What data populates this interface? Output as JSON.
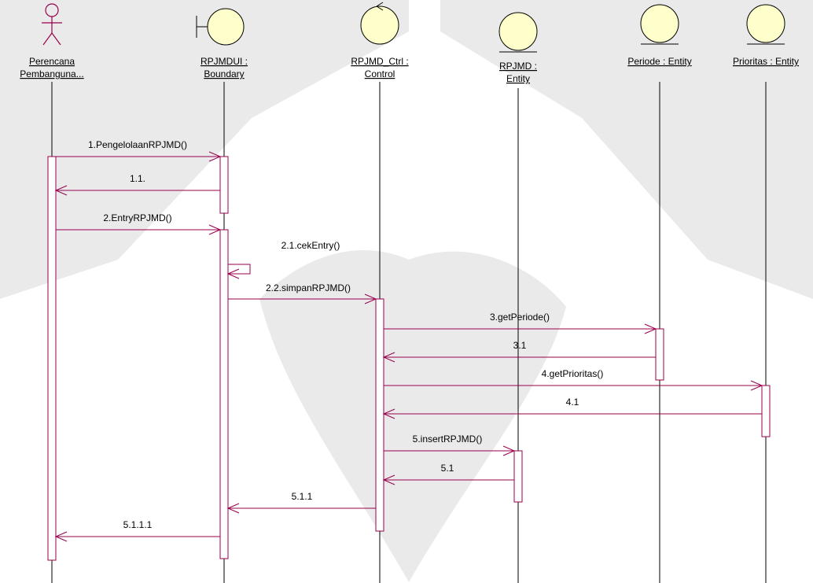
{
  "colors": {
    "message": "#99004d",
    "activation": "#99004d",
    "actor": "#99004d",
    "object_fill": "#ffffcc",
    "object_stroke": "#000000",
    "lifeline": "#000000",
    "watermark": "#d9d9d9"
  },
  "participants": [
    {
      "id": "p1",
      "kind": "actor",
      "label_lines": [
        "Perencana",
        "Pembanguna..."
      ],
      "icon": "actor-stick-figure-icon"
    },
    {
      "id": "p2",
      "kind": "boundary",
      "label_lines": [
        "RPJMDUI :",
        "Boundary"
      ],
      "icon": "boundary-icon"
    },
    {
      "id": "p3",
      "kind": "control",
      "label_lines": [
        "RPJMD_Ctrl :",
        "Control"
      ],
      "icon": "control-icon"
    },
    {
      "id": "p4",
      "kind": "entity",
      "label_lines": [
        "RPJMD :",
        "Entity"
      ],
      "icon": "entity-icon"
    },
    {
      "id": "p5",
      "kind": "entity",
      "label_lines": [
        "Periode : Entity"
      ],
      "icon": "entity-icon"
    },
    {
      "id": "p6",
      "kind": "entity",
      "label_lines": [
        "Prioritas : Entity"
      ],
      "icon": "entity-icon"
    }
  ],
  "messages": [
    {
      "id": "m1",
      "label": "1.PengelolaanRPJMD()",
      "from": "p1",
      "to": "p2",
      "kind": "call"
    },
    {
      "id": "m2",
      "label": "1.1.",
      "from": "p2",
      "to": "p1",
      "kind": "return"
    },
    {
      "id": "m3",
      "label": "2.EntryRPJMD()",
      "from": "p1",
      "to": "p2",
      "kind": "call"
    },
    {
      "id": "m4",
      "label": "2.1.cekEntry()",
      "from": "p2",
      "to": "p2",
      "kind": "self"
    },
    {
      "id": "m5",
      "label": "2.2.simpanRPJMD()",
      "from": "p2",
      "to": "p3",
      "kind": "call"
    },
    {
      "id": "m6",
      "label": "3.getPeriode()",
      "from": "p3",
      "to": "p5",
      "kind": "call"
    },
    {
      "id": "m7",
      "label": "3.1",
      "from": "p5",
      "to": "p3",
      "kind": "return"
    },
    {
      "id": "m8",
      "label": "4.getPrioritas()",
      "from": "p3",
      "to": "p6",
      "kind": "call"
    },
    {
      "id": "m9",
      "label": "4.1",
      "from": "p6",
      "to": "p3",
      "kind": "return"
    },
    {
      "id": "m10",
      "label": "5.insertRPJMD()",
      "from": "p3",
      "to": "p4",
      "kind": "call"
    },
    {
      "id": "m11",
      "label": "5.1",
      "from": "p4",
      "to": "p3",
      "kind": "return"
    },
    {
      "id": "m12",
      "label": "5.1.1",
      "from": "p3",
      "to": "p2",
      "kind": "return"
    },
    {
      "id": "m13",
      "label": "5.1.1.1",
      "from": "p2",
      "to": "p1",
      "kind": "return"
    }
  ]
}
